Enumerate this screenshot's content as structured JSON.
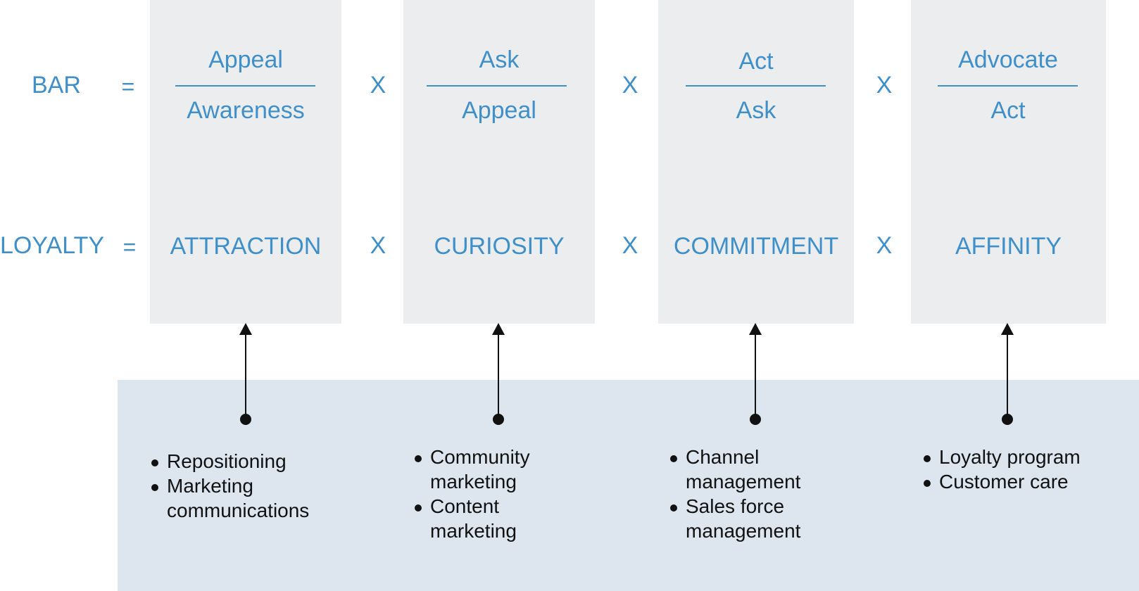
{
  "colors": {
    "accent_text": "#3f8fcb",
    "column_background": "#ecedef",
    "panel_background": "#dde6ef",
    "connector": "#111111"
  },
  "rows": {
    "bar_label": "BAR",
    "loyalty_label": "LOYALTY",
    "equals": "="
  },
  "operator": "X",
  "columns": [
    {
      "numerator": "Appeal",
      "denominator": "Awareness",
      "term": "ATTRACTION",
      "actions": [
        "Repositioning",
        "Marketing communications"
      ]
    },
    {
      "numerator": "Ask",
      "denominator": "Appeal",
      "term": "CURIOSITY",
      "actions": [
        "Community marketing",
        "Content marketing"
      ]
    },
    {
      "numerator": "Act",
      "denominator": "Ask",
      "term": "COMMITMENT",
      "actions": [
        "Channel management",
        "Sales force management"
      ]
    },
    {
      "numerator": "Advocate",
      "denominator": "Act",
      "term": "AFFINITY",
      "actions": [
        "Loyalty program",
        "Customer care"
      ]
    }
  ]
}
